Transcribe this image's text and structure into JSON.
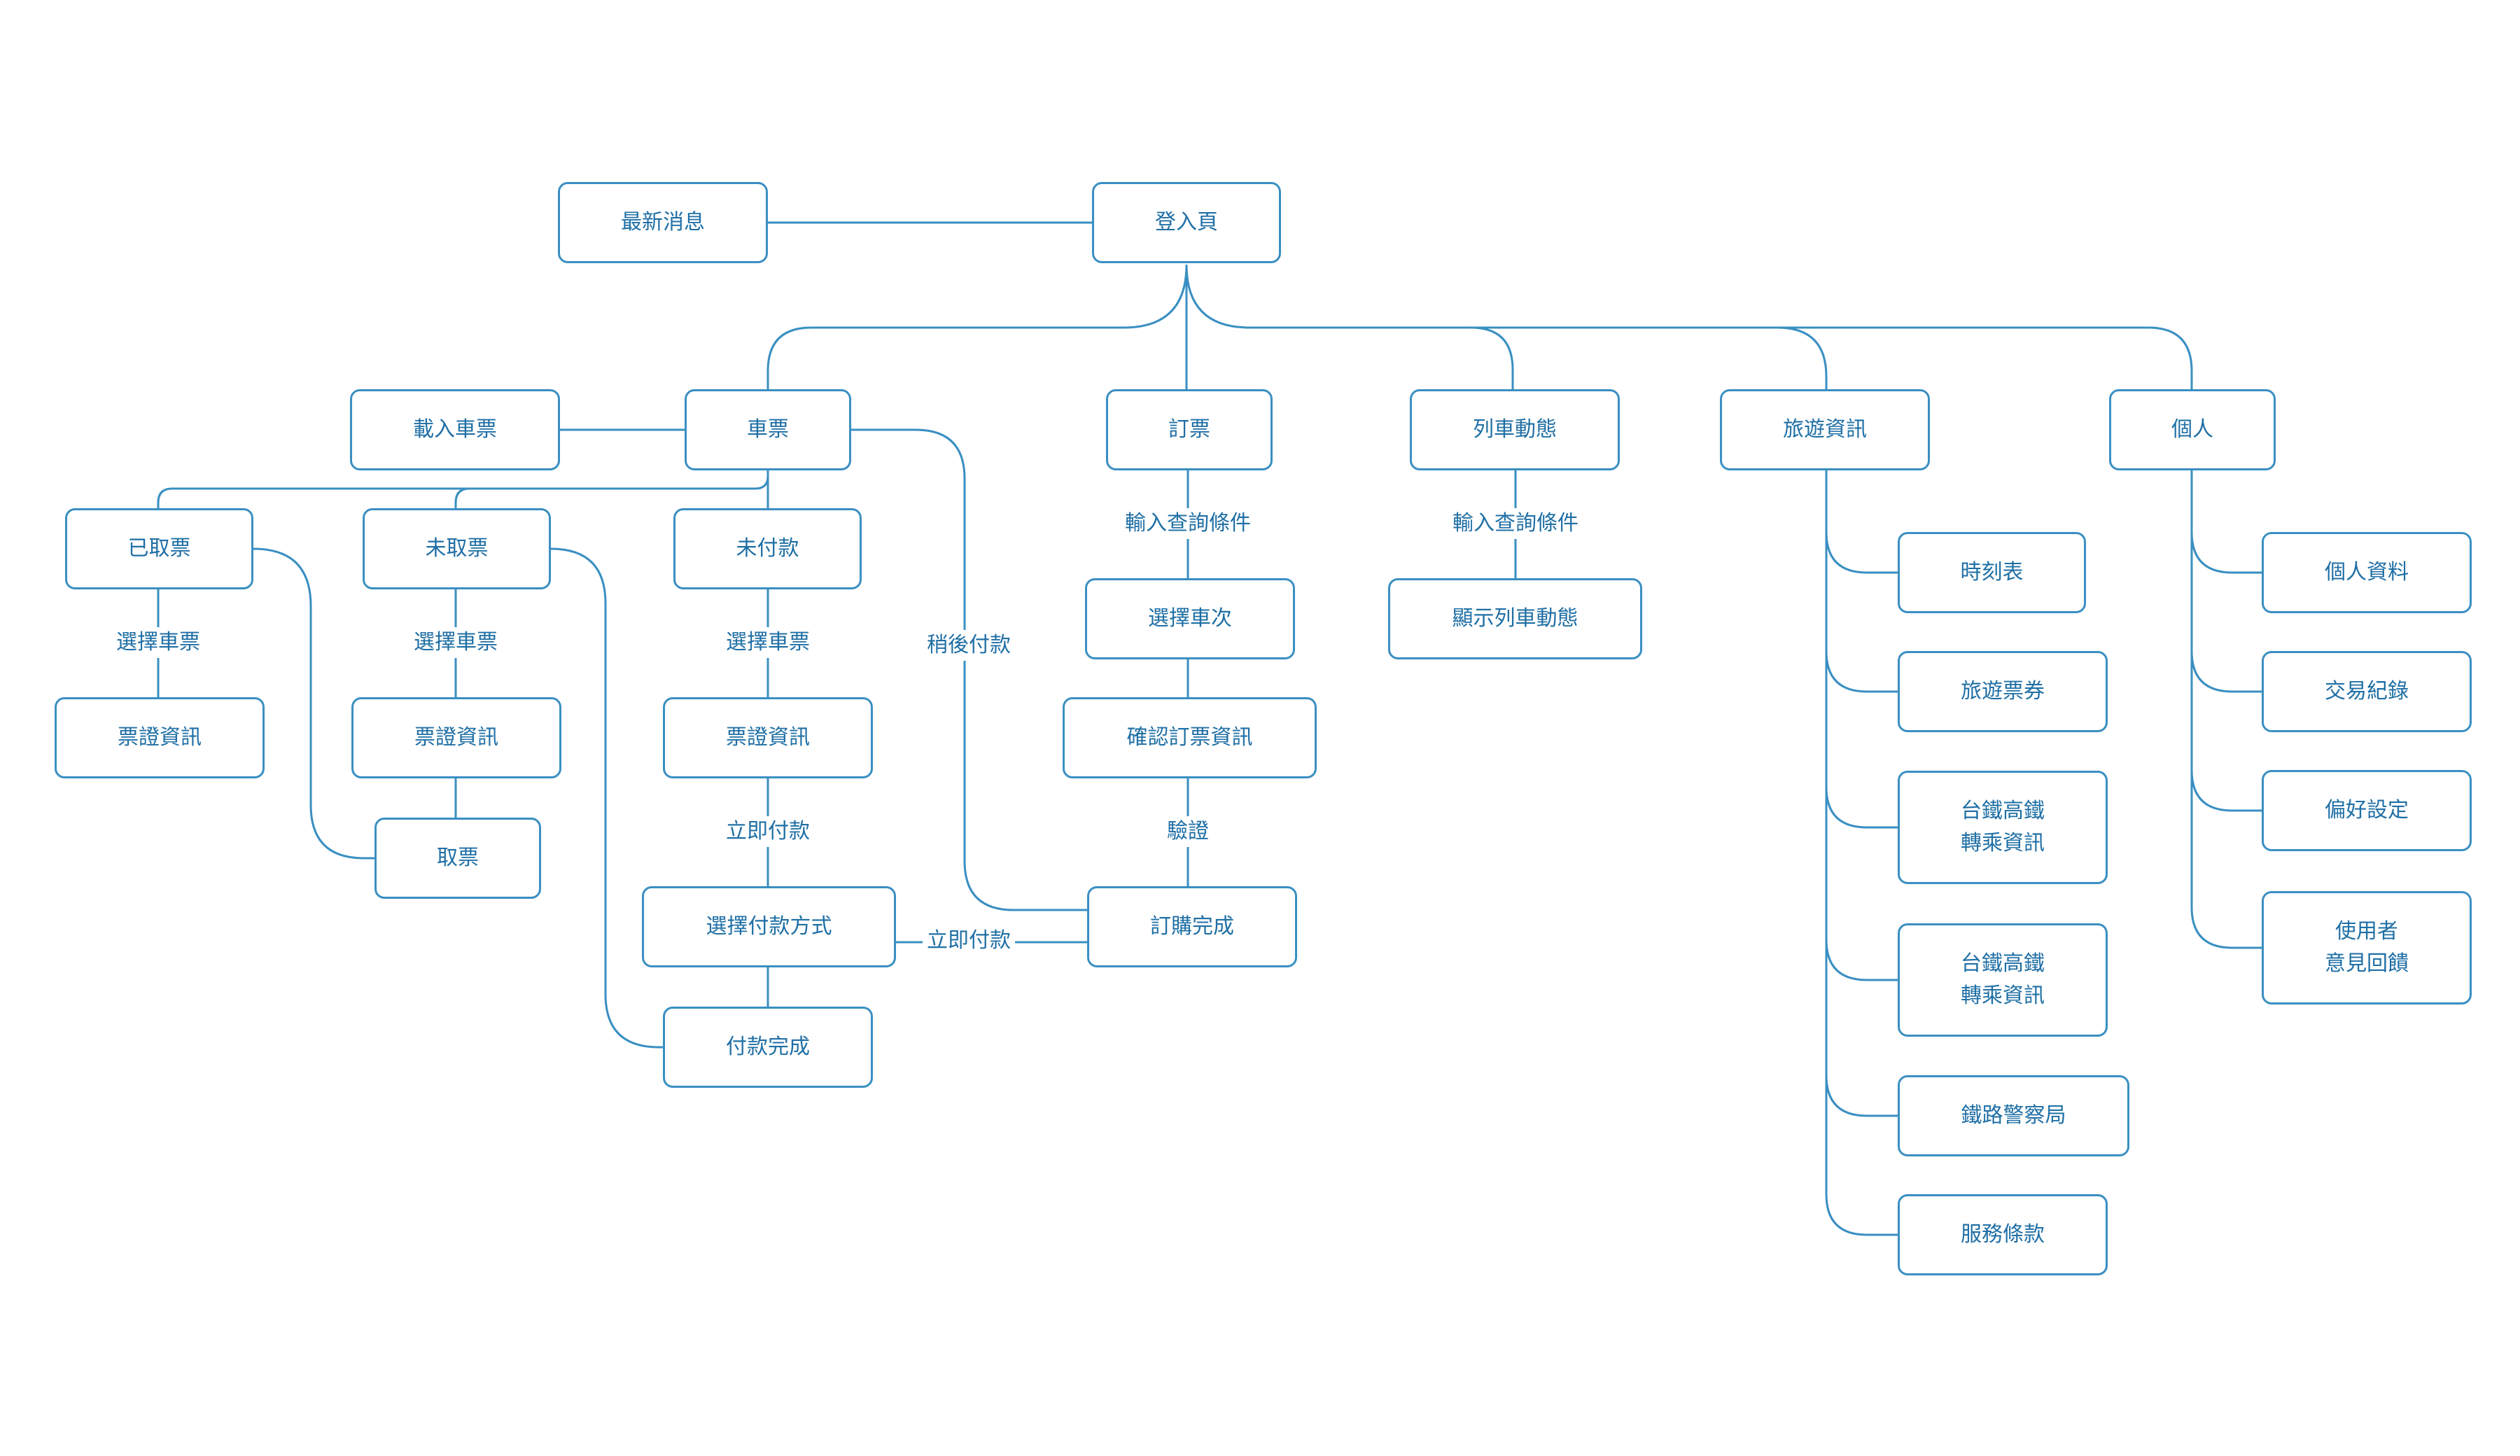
{
  "diagram": {
    "nodes": {
      "news": "最新消息",
      "login": "登入頁",
      "load_ticket": "載入車票",
      "ticket": "車票",
      "book": "訂票",
      "train_status": "列車動態",
      "travel_info": "旅遊資訊",
      "personal": "個人",
      "picked": "已取票",
      "not_picked": "未取票",
      "unpaid": "未付款",
      "picked_info": "票證資訊",
      "not_picked_info": "票證資訊",
      "unpaid_info": "票證資訊",
      "pick_up": "取票",
      "pay_method": "選擇付款方式",
      "pay_done": "付款完成",
      "select_train": "選擇車次",
      "confirm_info": "確認訂票資訊",
      "order_done": "訂購完成",
      "show_status": "顯示列車動態",
      "timetable": "時刻表",
      "travel_pass": "旅遊票券",
      "transfer1": "台鐵高鐵\n轉乘資訊",
      "transfer2": "台鐵高鐵\n轉乘資訊",
      "railway_police": "鐵路警察局",
      "terms": "服務條款",
      "profile": "個人資料",
      "transactions": "交易紀錄",
      "preferences": "偏好設定",
      "feedback": "使用者\n意見回饋"
    },
    "edge_labels": {
      "picked_select": "選擇車票",
      "not_picked_select": "選擇車票",
      "unpaid_select": "選擇車票",
      "pay_later": "稍後付款",
      "pay_now_unpaid": "立即付款",
      "pay_now_order": "立即付款",
      "book_query": "輸入查詢條件",
      "status_query": "輸入查詢條件",
      "verify": "驗證"
    },
    "colors": {
      "stroke": "#3a8fc2",
      "text": "#1f6fa5",
      "background": "#ffffff"
    }
  }
}
